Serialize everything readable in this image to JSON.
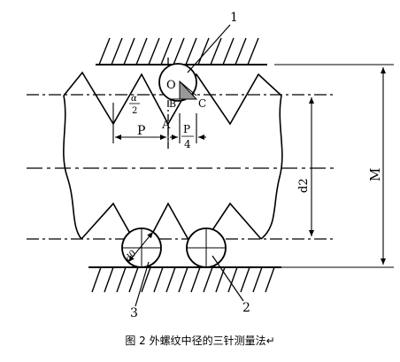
{
  "labels": {
    "callout_1": "1",
    "callout_2": "2",
    "callout_3": "3",
    "point_o": "O",
    "point_a": "A",
    "point_b": "B",
    "point_c": "C",
    "angle_num": "α",
    "angle_den": "2",
    "pitch": "P",
    "quarter_num": "P",
    "quarter_den": "4",
    "pitch_diameter": "d2",
    "measurement": "M",
    "wire_diameter": "d0"
  },
  "caption": "图 2 外螺纹中径的三针测量法↵"
}
